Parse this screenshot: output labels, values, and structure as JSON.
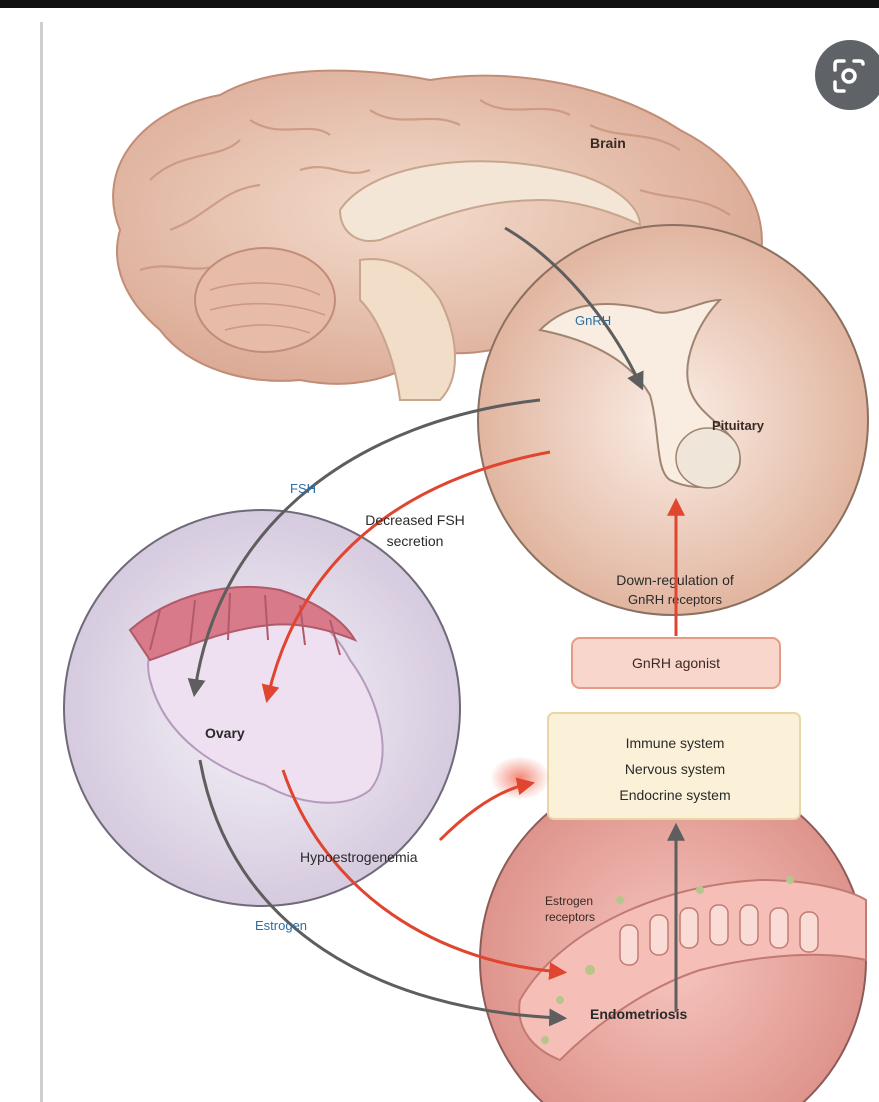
{
  "toolbar": {
    "lens_icon": "lens-search-icon"
  },
  "diagram": {
    "brain_label": "Brain",
    "gnrh_label": "GnRH",
    "pituitary_label": "Pituitary",
    "fsh_label": "FSH",
    "decreased_fsh_line1": "Decreased FSH",
    "decreased_fsh_line2": "secretion",
    "downreg_line1": "Down-regulation of",
    "downreg_line2": "GnRH receptors",
    "agonist_label": "GnRH agonist",
    "systems": [
      "Immune system",
      "Nervous system",
      "Endocrine system"
    ],
    "ovary_label": "Ovary",
    "hypo_label": "Hypoestrogenemia",
    "estrogen_label": "Estrogen",
    "receptors_line1": "Estrogen",
    "receptors_line2": "receptors",
    "endometriosis_label": "Endometriosis"
  },
  "colors": {
    "red_arrow": "#e0452f",
    "gray_arrow": "#6b6b6b",
    "blue_text": "#2c6ea3",
    "agonist_fill": "#f8d6cc",
    "systems_fill": "#fbf1d8"
  }
}
